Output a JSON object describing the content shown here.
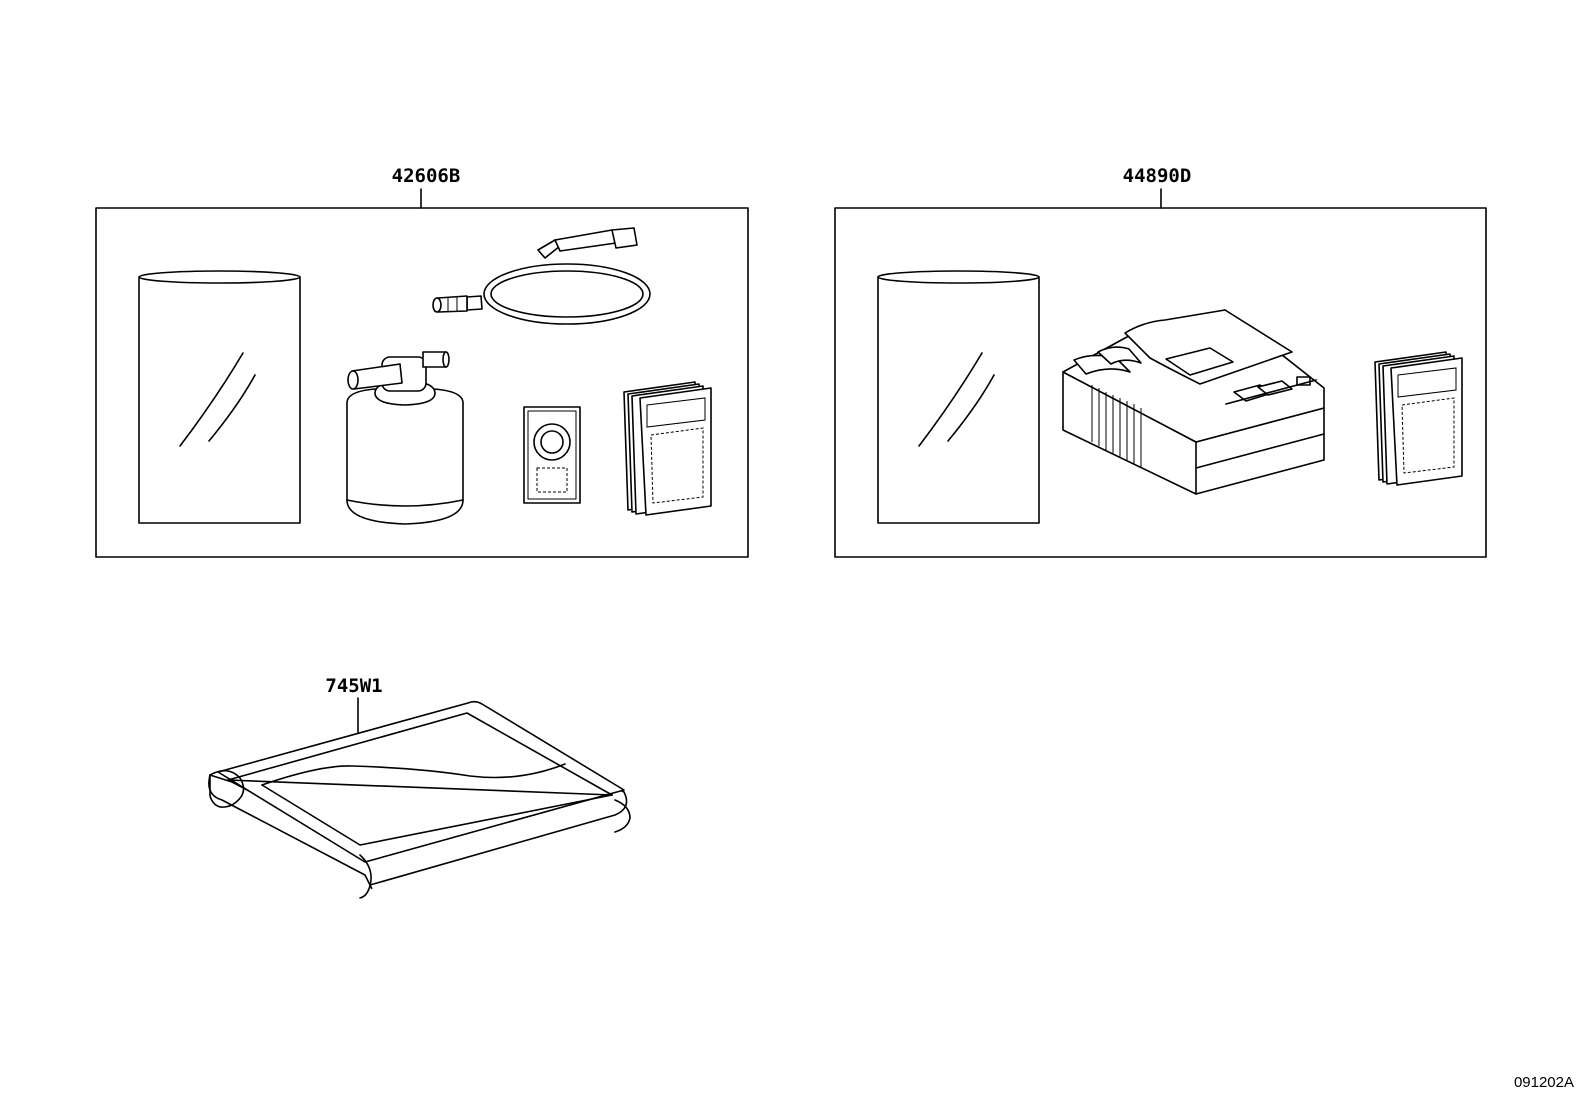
{
  "callouts": {
    "kit_left": "42606B",
    "kit_right": "44890D",
    "bag": "745W1"
  },
  "figure_number": "091202A",
  "icons": [
    "plastic-bag-icon",
    "hose-icon",
    "sealant-bottle-icon",
    "sticker-label-icon",
    "manual-booklet-icon",
    "air-compressor-icon",
    "tool-bag-icon"
  ],
  "colors": {
    "line": "#000000",
    "background": "#ffffff"
  }
}
